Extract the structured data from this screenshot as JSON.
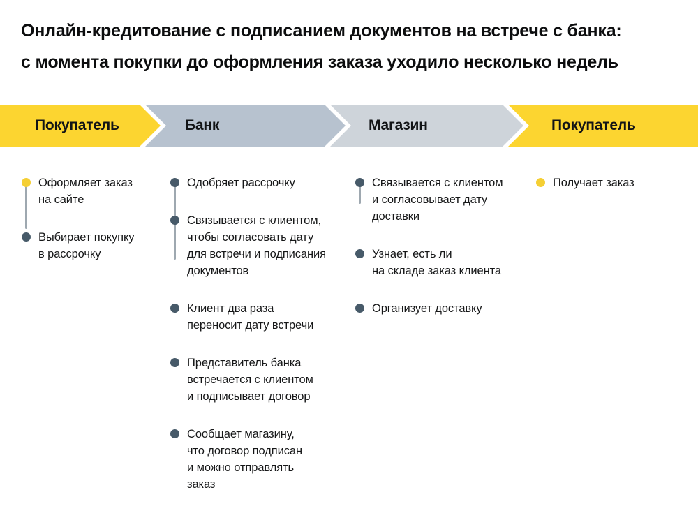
{
  "title": {
    "line1": "Онлайн-кредитование с подписанием документов на встрече с банка:",
    "line2": "с момента покупки до оформления заказа уходило несколько недель"
  },
  "colors": {
    "stage_yellow": "#FCD530",
    "stage_bank": "#B7C2CF",
    "stage_shop": "#CED4DA",
    "dot_yellow": "#F5CF34",
    "dot_slate": "#475A69",
    "timeline_line": "#9EA8B0",
    "text": "#161718"
  },
  "stages": [
    {
      "label": "Покупатель",
      "fill": "stage_yellow",
      "items": [
        {
          "text": "Оформляет заказ\nна сайте",
          "dot": "yellow"
        },
        {
          "text": "Выбирает покупку\nв рассрочку",
          "dot": "slate"
        }
      ]
    },
    {
      "label": "Банк",
      "fill": "stage_bank",
      "items": [
        {
          "text": "Одобряет рассрочку",
          "dot": "slate"
        },
        {
          "text": "Связывается с клиентом,\nчтобы согласовать дату\nдля встречи и подписания\nдокументов",
          "dot": "slate"
        },
        {
          "text": "Клиент два раза\nпереносит дату встречи",
          "dot": "slate"
        },
        {
          "text": "Представитель банка\nвстречается с клиентом\nи подписывает договор",
          "dot": "slate"
        },
        {
          "text": "Сообщает магазину,\nчто договор подписан\nи можно отправлять\nзаказ",
          "dot": "slate"
        }
      ]
    },
    {
      "label": "Магазин",
      "fill": "stage_shop",
      "items": [
        {
          "text": "Связывается с клиентом\nи согласовывает дату\nдоставки",
          "dot": "slate"
        },
        {
          "text": "Узнает, есть ли\nна складе заказ клиента",
          "dot": "slate"
        },
        {
          "text": "Организует доставку",
          "dot": "slate"
        }
      ]
    },
    {
      "label": "Покупатель",
      "fill": "stage_yellow",
      "items": [
        {
          "text": "Получает заказ",
          "dot": "yellow"
        }
      ]
    }
  ]
}
